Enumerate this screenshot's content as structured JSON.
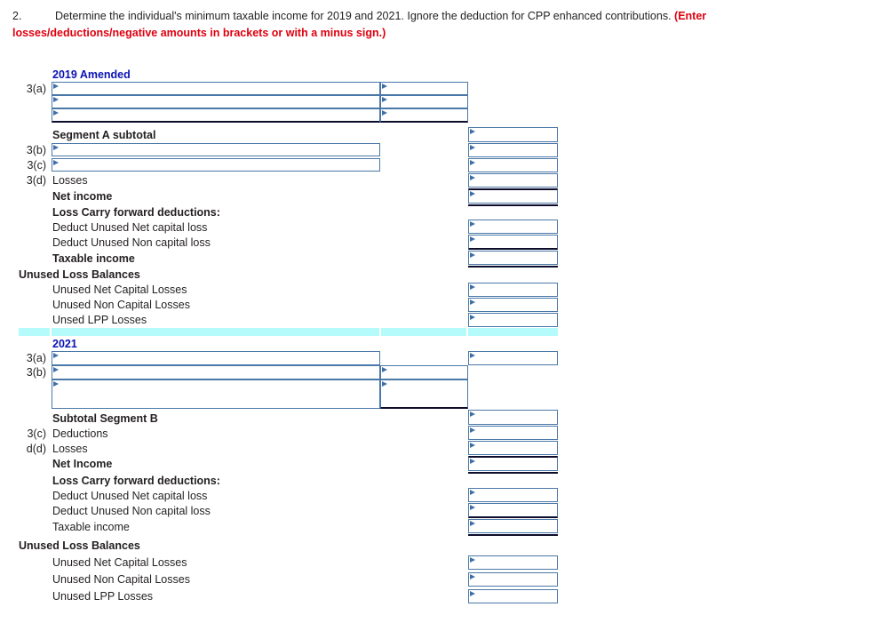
{
  "question": {
    "number": "2.",
    "text": "Determine the individual's minimum taxable income for 2019 and 2021. Ignore the deduction for CPP enhanced contributions.",
    "red_part1": "(Enter",
    "red_part2": "losses/deductions/negative amounts in brackets or with a minus sign.)"
  },
  "colors": {
    "accent_blue": "#0b12b5",
    "box_border": "#4a78a8",
    "marker": "#3f6fa5",
    "red": "#e0000f",
    "band_cyan": "#b5fbfb",
    "rule_dark": "#0d0d2b"
  },
  "section_2019": {
    "heading": "2019  Amended",
    "rows": [
      {
        "code": "3(a)",
        "label": ""
      },
      {
        "code": "",
        "label": ""
      },
      {
        "code": "",
        "label": ""
      },
      {
        "code": "",
        "label": "Segment A subtotal"
      },
      {
        "code": "3(b)",
        "label": ""
      },
      {
        "code": "3(c)",
        "label": ""
      },
      {
        "code": "3(d)",
        "label": "Losses"
      },
      {
        "code": "",
        "label": "Net income"
      },
      {
        "code": "",
        "label": "Loss Carry forward deductions:"
      },
      {
        "code": "",
        "label": "Deduct Unused Net capital loss"
      },
      {
        "code": "",
        "label": "Deduct Unused Non capital loss"
      },
      {
        "code": "",
        "label": "Taxable income"
      },
      {
        "code": "",
        "label": "Unused Loss Balances"
      },
      {
        "code": "",
        "label": "Unused Net Capital Losses"
      },
      {
        "code": "",
        "label": "Unused Non Capital Losses"
      },
      {
        "code": "",
        "label": "Unsed LPP Losses"
      }
    ]
  },
  "section_2021": {
    "heading": "2021",
    "rows": [
      {
        "code": "3(a)",
        "label": ""
      },
      {
        "code": "3(b)",
        "label": ""
      },
      {
        "code": "",
        "label": ""
      },
      {
        "code": "",
        "label": "Subtotal Segment B"
      },
      {
        "code": "3(c)",
        "label": "Deductions"
      },
      {
        "code": "d(d)",
        "label": "Losses"
      },
      {
        "code": "",
        "label": "Net Income"
      },
      {
        "code": "",
        "label": "Loss Carry forward deductions:"
      },
      {
        "code": "",
        "label": "Deduct Unused Net capital loss"
      },
      {
        "code": "",
        "label": "Deduct Unused Non capital loss"
      },
      {
        "code": "",
        "label": "Taxable income"
      },
      {
        "code": "",
        "label": "Unused Loss Balances"
      },
      {
        "code": "",
        "label": "Unused Net Capital Losses"
      },
      {
        "code": "",
        "label": "Unused Non Capital Losses"
      },
      {
        "code": "",
        "label": "Unused LPP Losses"
      }
    ]
  },
  "inputs": {
    "value": "",
    "placeholder": ""
  }
}
